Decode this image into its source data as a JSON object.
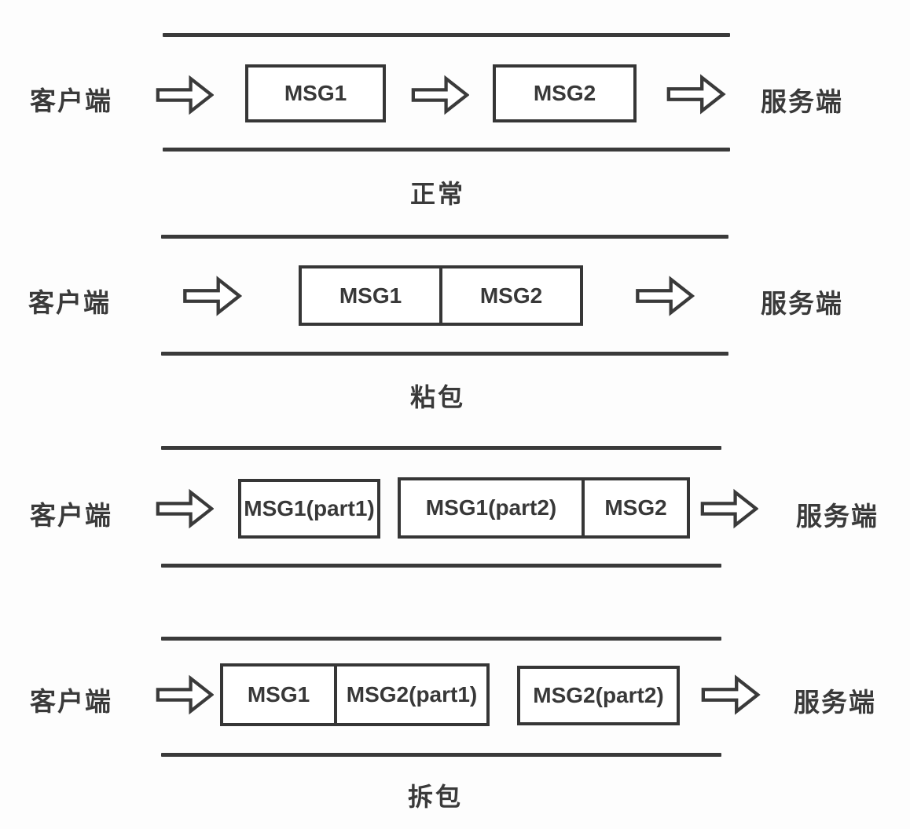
{
  "colors": {
    "ink": "#3a3a3a",
    "box_border": "#363636",
    "background": "#fdfdfd"
  },
  "icons": {
    "flow_arrow": "right-block-arrow-icon"
  },
  "labels": {
    "client": "客户端",
    "server": "服务端"
  },
  "rows": [
    {
      "caption": "正常",
      "boxes": [
        {
          "cells": [
            "MSG1"
          ]
        },
        {
          "cells": [
            "MSG2"
          ]
        }
      ]
    },
    {
      "caption": "粘包",
      "boxes": [
        {
          "cells": [
            "MSG1",
            "MSG2"
          ]
        }
      ]
    },
    {
      "caption": "",
      "boxes": [
        {
          "cells": [
            "MSG1(part1)"
          ]
        },
        {
          "cells": [
            "MSG1(part2)",
            "MSG2"
          ]
        }
      ]
    },
    {
      "caption": "拆包",
      "boxes": [
        {
          "cells": [
            "MSG1",
            "MSG2(part1)"
          ]
        },
        {
          "cells": [
            "MSG2(part2)"
          ]
        }
      ]
    }
  ]
}
